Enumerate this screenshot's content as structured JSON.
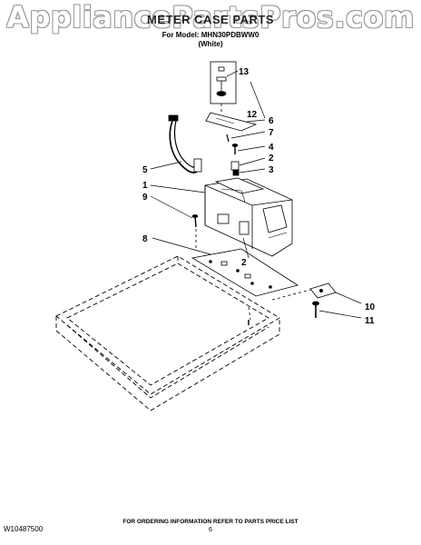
{
  "watermark": "AppliancePartsPros.com",
  "title": "METER CASE PARTS",
  "subtitle_model": "For Model: MHN30PDBWW0",
  "subtitle_color": "(White)",
  "callouts": [
    "13",
    "12",
    "6",
    "7",
    "4",
    "2",
    "3",
    "5",
    "1",
    "9",
    "8",
    "2",
    "10",
    "11"
  ],
  "footer": {
    "doc_number": "W10487500",
    "ordering_note": "FOR ORDERING INFORMATION REFER TO PARTS PRICE LIST",
    "page_number": "6"
  }
}
